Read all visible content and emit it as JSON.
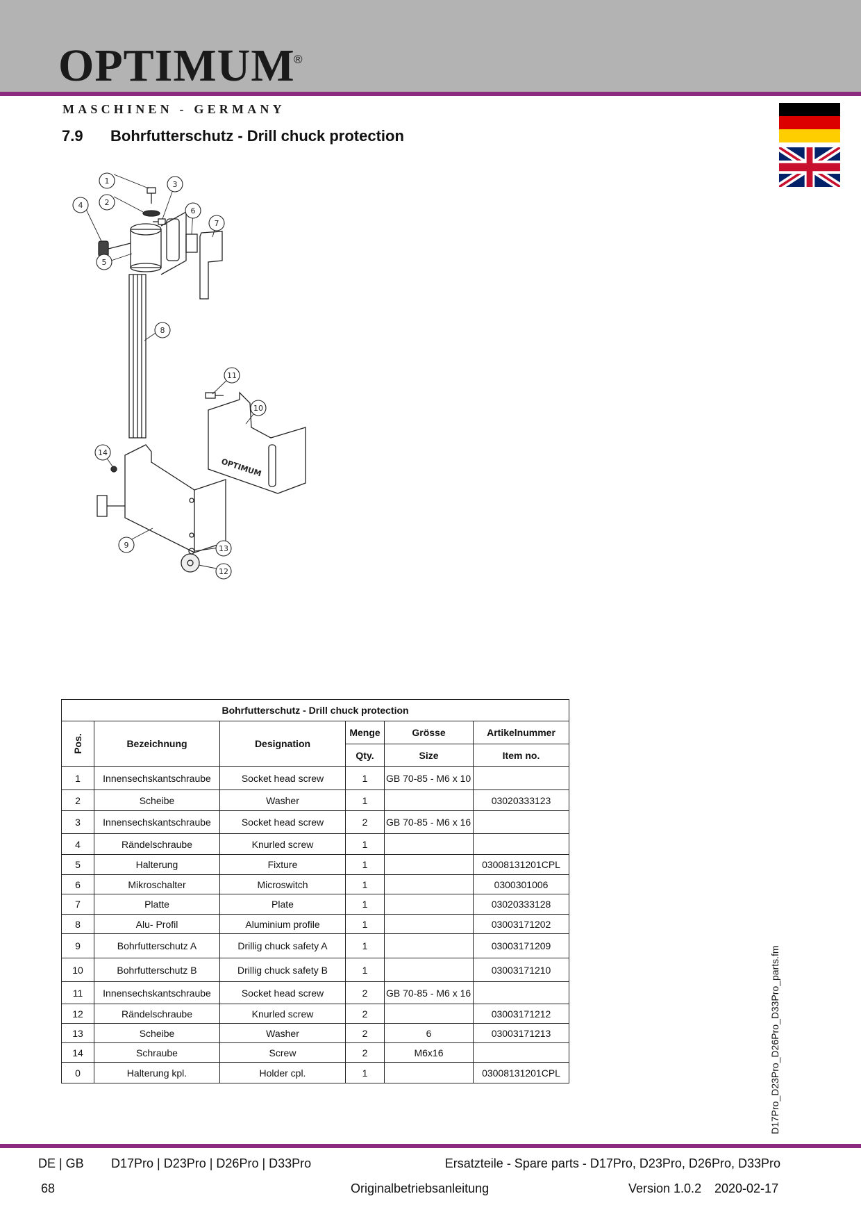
{
  "header": {
    "brand": "OPTIMUM",
    "registered": "®",
    "tagline": "MASCHINEN - GERMANY"
  },
  "section": {
    "number": "7.9",
    "title": "Bohrfutterschutz - Drill chuck protection"
  },
  "diagram": {
    "callouts": [
      "1",
      "2",
      "3",
      "4",
      "5",
      "6",
      "7",
      "8",
      "9",
      "10",
      "11",
      "12",
      "13",
      "14"
    ],
    "logo_text": "OPTIMUM"
  },
  "table": {
    "title": "Bohrfutterschutz - Drill chuck protection",
    "headers": {
      "pos": "Pos.",
      "bezeichnung": "Bezeichnung",
      "designation": "Designation",
      "menge": "Menge",
      "qty": "Qty.",
      "groesse": "Grösse",
      "size": "Size",
      "artikel": "Artikelnummer",
      "item": "Item no."
    },
    "rows": [
      {
        "pos": "1",
        "de": "Innensechskantschraube",
        "en": "Socket head screw",
        "qty": "1",
        "size": "GB 70-85 - M6 x 10",
        "item": ""
      },
      {
        "pos": "2",
        "de": "Scheibe",
        "en": "Washer",
        "qty": "1",
        "size": "",
        "item": "03020333123"
      },
      {
        "pos": "3",
        "de": "Innensechskantschraube",
        "en": "Socket head screw",
        "qty": "2",
        "size": "GB 70-85 - M6 x 16",
        "item": ""
      },
      {
        "pos": "4",
        "de": "Rändelschraube",
        "en": "Knurled screw",
        "qty": "1",
        "size": "",
        "item": ""
      },
      {
        "pos": "5",
        "de": "Halterung",
        "en": "Fixture",
        "qty": "1",
        "size": "",
        "item": "03008131201CPL"
      },
      {
        "pos": "6",
        "de": "Mikroschalter",
        "en": "Microswitch",
        "qty": "1",
        "size": "",
        "item": "0300301006"
      },
      {
        "pos": "7",
        "de": "Platte",
        "en": "Plate",
        "qty": "1",
        "size": "",
        "item": "03020333128"
      },
      {
        "pos": "8",
        "de": "Alu- Profil",
        "en": "Aluminium profile",
        "qty": "1",
        "size": "",
        "item": "03003171202"
      },
      {
        "pos": "9",
        "de": "Bohrfutterschutz A",
        "en": "Drillig chuck safety A",
        "qty": "1",
        "size": "",
        "item": "03003171209"
      },
      {
        "pos": "10",
        "de": "Bohrfutterschutz B",
        "en": "Drillig chuck safety B",
        "qty": "1",
        "size": "",
        "item": "03003171210"
      },
      {
        "pos": "11",
        "de": "Innensechskantschraube",
        "en": "Socket head screw",
        "qty": "2",
        "size": "GB 70-85 - M6 x 16",
        "item": ""
      },
      {
        "pos": "12",
        "de": "Rändelschraube",
        "en": "Knurled screw",
        "qty": "2",
        "size": "",
        "item": "03003171212"
      },
      {
        "pos": "13",
        "de": "Scheibe",
        "en": "Washer",
        "qty": "2",
        "size": "6",
        "item": "03003171213"
      },
      {
        "pos": "14",
        "de": "Schraube",
        "en": "Screw",
        "qty": "2",
        "size": "M6x16",
        "item": ""
      },
      {
        "pos": "0",
        "de": "Halterung kpl.",
        "en": "Holder cpl.",
        "qty": "1",
        "size": "",
        "item": "03008131201CPL"
      }
    ]
  },
  "side_filename": "D17Pro_D23Pro_D26Pro_D33Pro_parts.fm",
  "footer": {
    "lang": "DE | GB",
    "models": "D17Pro | D23Pro | D26Pro | D33Pro",
    "right_top": "Ersatzteile - Spare parts - D17Pro, D23Pro, D26Pro, D33Pro",
    "page": "68",
    "center": "Originalbetriebsanleitung",
    "version": "Version 1.0.2",
    "date": "2020-02-17"
  },
  "colors": {
    "header_band": "#b3b3b3",
    "accent_rule": "#8b2a7f"
  }
}
